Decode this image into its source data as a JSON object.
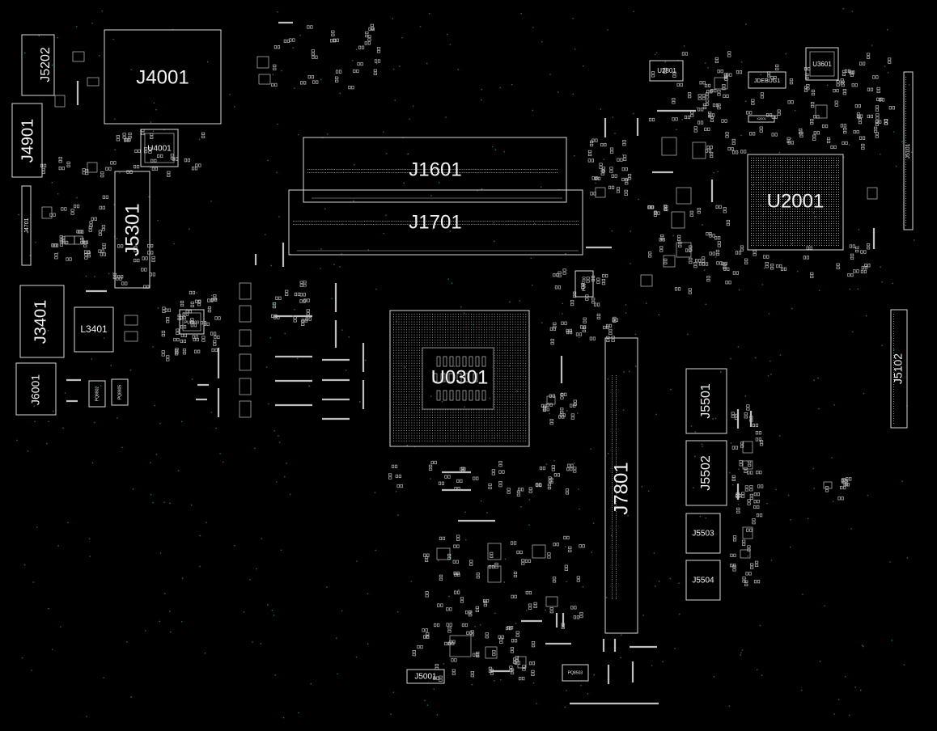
{
  "board": {
    "background": "#000000",
    "outline_color": "#d8d8d8",
    "label_color": "#f2f2f2",
    "via_color": "#1f8a6a"
  },
  "components": {
    "J5202": "J5202",
    "J4001": "J4001",
    "J4901": "J4901",
    "U4001": "U4001",
    "J4701": "J4701",
    "J5301": "J5301",
    "J3401": "J3401",
    "L3401": "L3401",
    "J6001": "J6001",
    "PQ8802": "PQ8802",
    "PQ8805": "PQ8805",
    "PU8000": "PU8000",
    "J1601": "J1601",
    "J1701": "J1701",
    "U0301": "U0301",
    "PU8700": "PU8700",
    "J7801": "J7801",
    "U2801": "U2801",
    "JDEBUG1": "JDEBUG1",
    "U3601": "U3601",
    "X2001": "X2001",
    "U2001": "U2001",
    "J5101": "J5101",
    "J5102": "J5102",
    "J5501": "J5501",
    "J5502": "J5502",
    "J5503": "J5503",
    "J5504": "J5504",
    "J5001": "J5001",
    "PQ8503": "PQ8503"
  }
}
